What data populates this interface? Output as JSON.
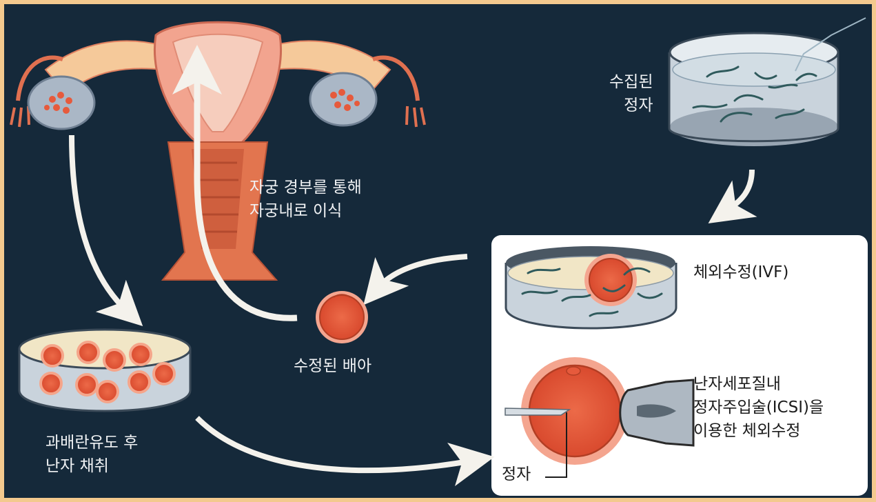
{
  "labels": {
    "collected_sperm": "수집된\n정자",
    "transfer": "자궁 경부를 통해\n자궁내로 이식",
    "fertilized_embryo": "수정된 배아",
    "retrieval": "과배란유도 후\n난자 채취",
    "ivf": "체외수정(IVF)",
    "icsi": "난자세포질내\n정자주입술(ICSI)을\n이용한 체외수정",
    "sperm": "정자"
  },
  "colors": {
    "background": "#15293a",
    "border": "#f3c98e",
    "egg": "#e65a3c",
    "uterus": "#f2a48f",
    "arrow": "#f4f2ec"
  }
}
